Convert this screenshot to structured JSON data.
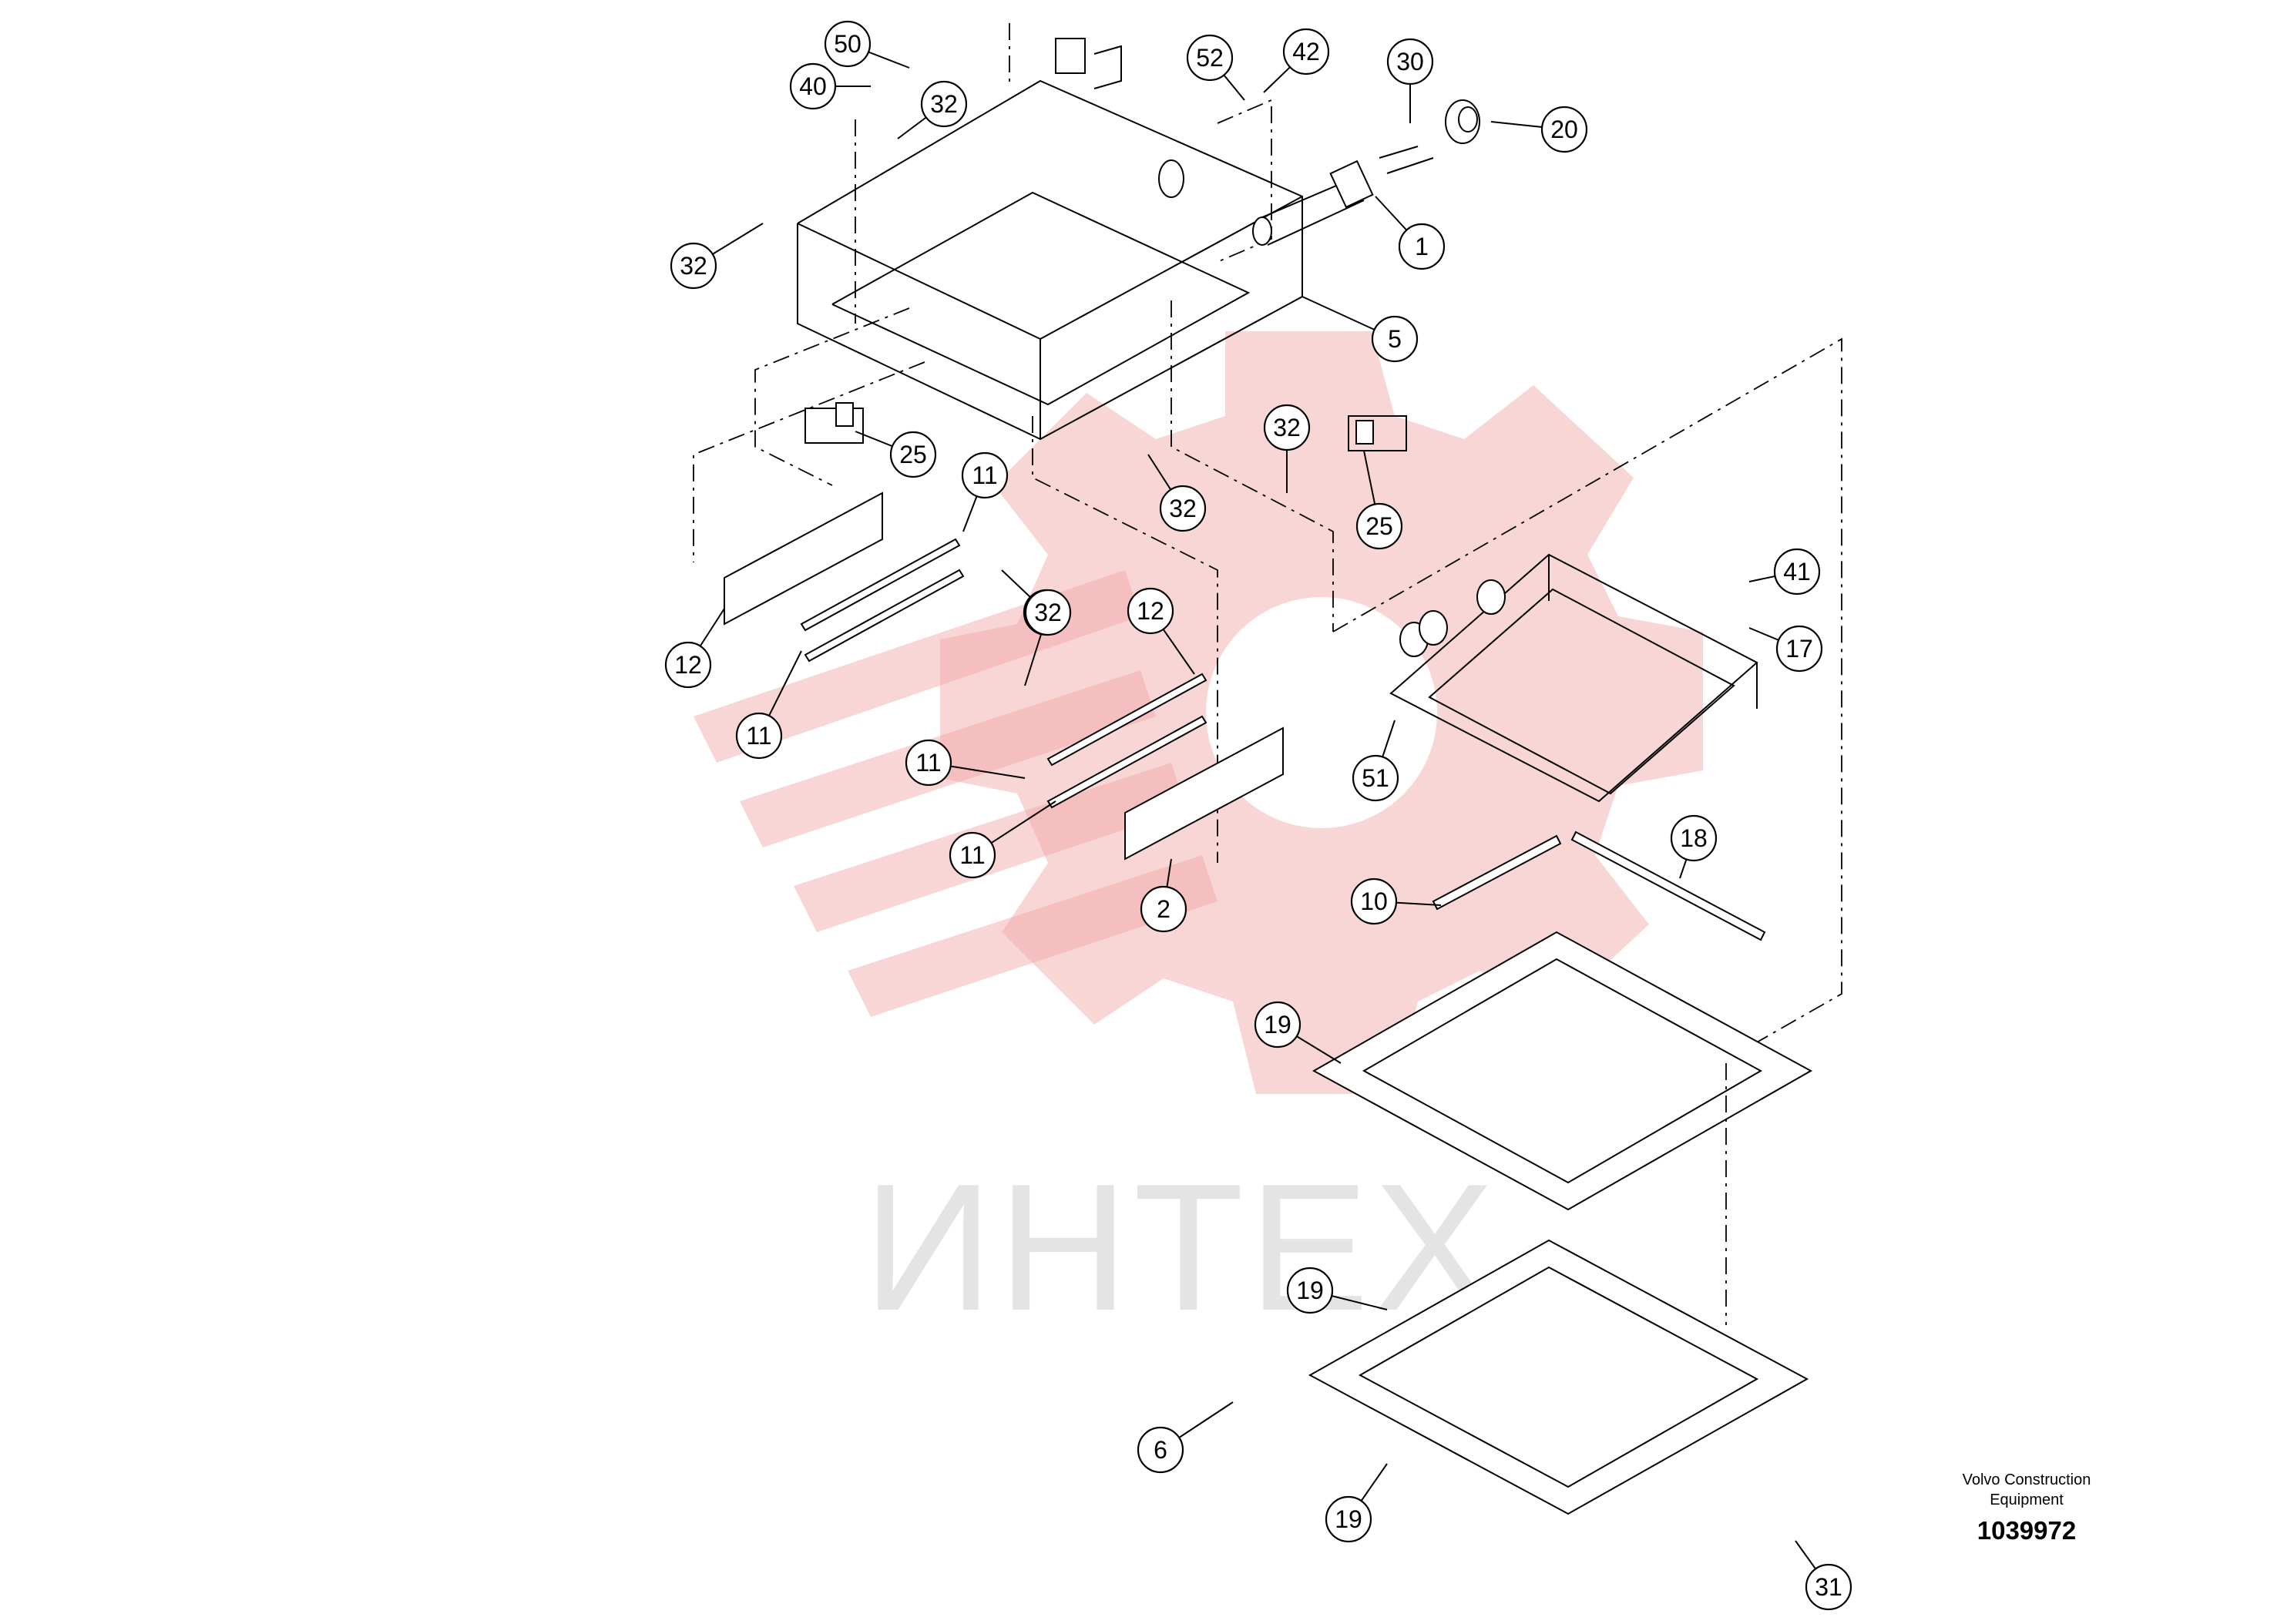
{
  "watermark": {
    "text": "ИНТЕХ",
    "color": "#f2a3a3"
  },
  "brand": {
    "line1": "Volvo Construction",
    "line2": "Equipment"
  },
  "document_number": "1039972",
  "callouts": [
    "50",
    "40",
    "32",
    "52",
    "42",
    "30",
    "20",
    "1",
    "32",
    "5",
    "25",
    "32",
    "25",
    "32",
    "11",
    "32",
    "12",
    "11",
    "32",
    "11",
    "12",
    "11",
    "2",
    "51",
    "41",
    "17",
    "18",
    "10",
    "19",
    "19",
    "6",
    "19",
    "31"
  ]
}
